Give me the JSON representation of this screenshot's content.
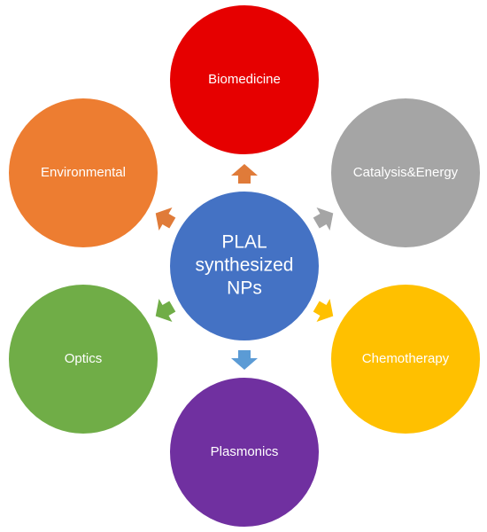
{
  "diagram": {
    "center": {
      "lines": [
        "PLAL",
        "synthesized",
        "NPs"
      ],
      "color": "#4472C4"
    },
    "nodes": [
      {
        "id": "biomedicine",
        "label": "Biomedicine",
        "color": "#E60000",
        "arrow_color": "#E07B39"
      },
      {
        "id": "catalysis-energy",
        "label": "Catalysis&Energy",
        "color": "#A5A5A5",
        "arrow_color": "#A5A5A5"
      },
      {
        "id": "chemotherapy",
        "label": "Chemotherapy",
        "color": "#FFC000",
        "arrow_color": "#FFC000"
      },
      {
        "id": "plasmonics",
        "label": "Plasmonics",
        "color": "#7030A0",
        "arrow_color": "#5B9BD5"
      },
      {
        "id": "optics",
        "label": "Optics",
        "color": "#70AD47",
        "arrow_color": "#70AD47"
      },
      {
        "id": "environmental",
        "label": "Environmental",
        "color": "#ED7D31",
        "arrow_color": "#E07B39"
      }
    ]
  }
}
